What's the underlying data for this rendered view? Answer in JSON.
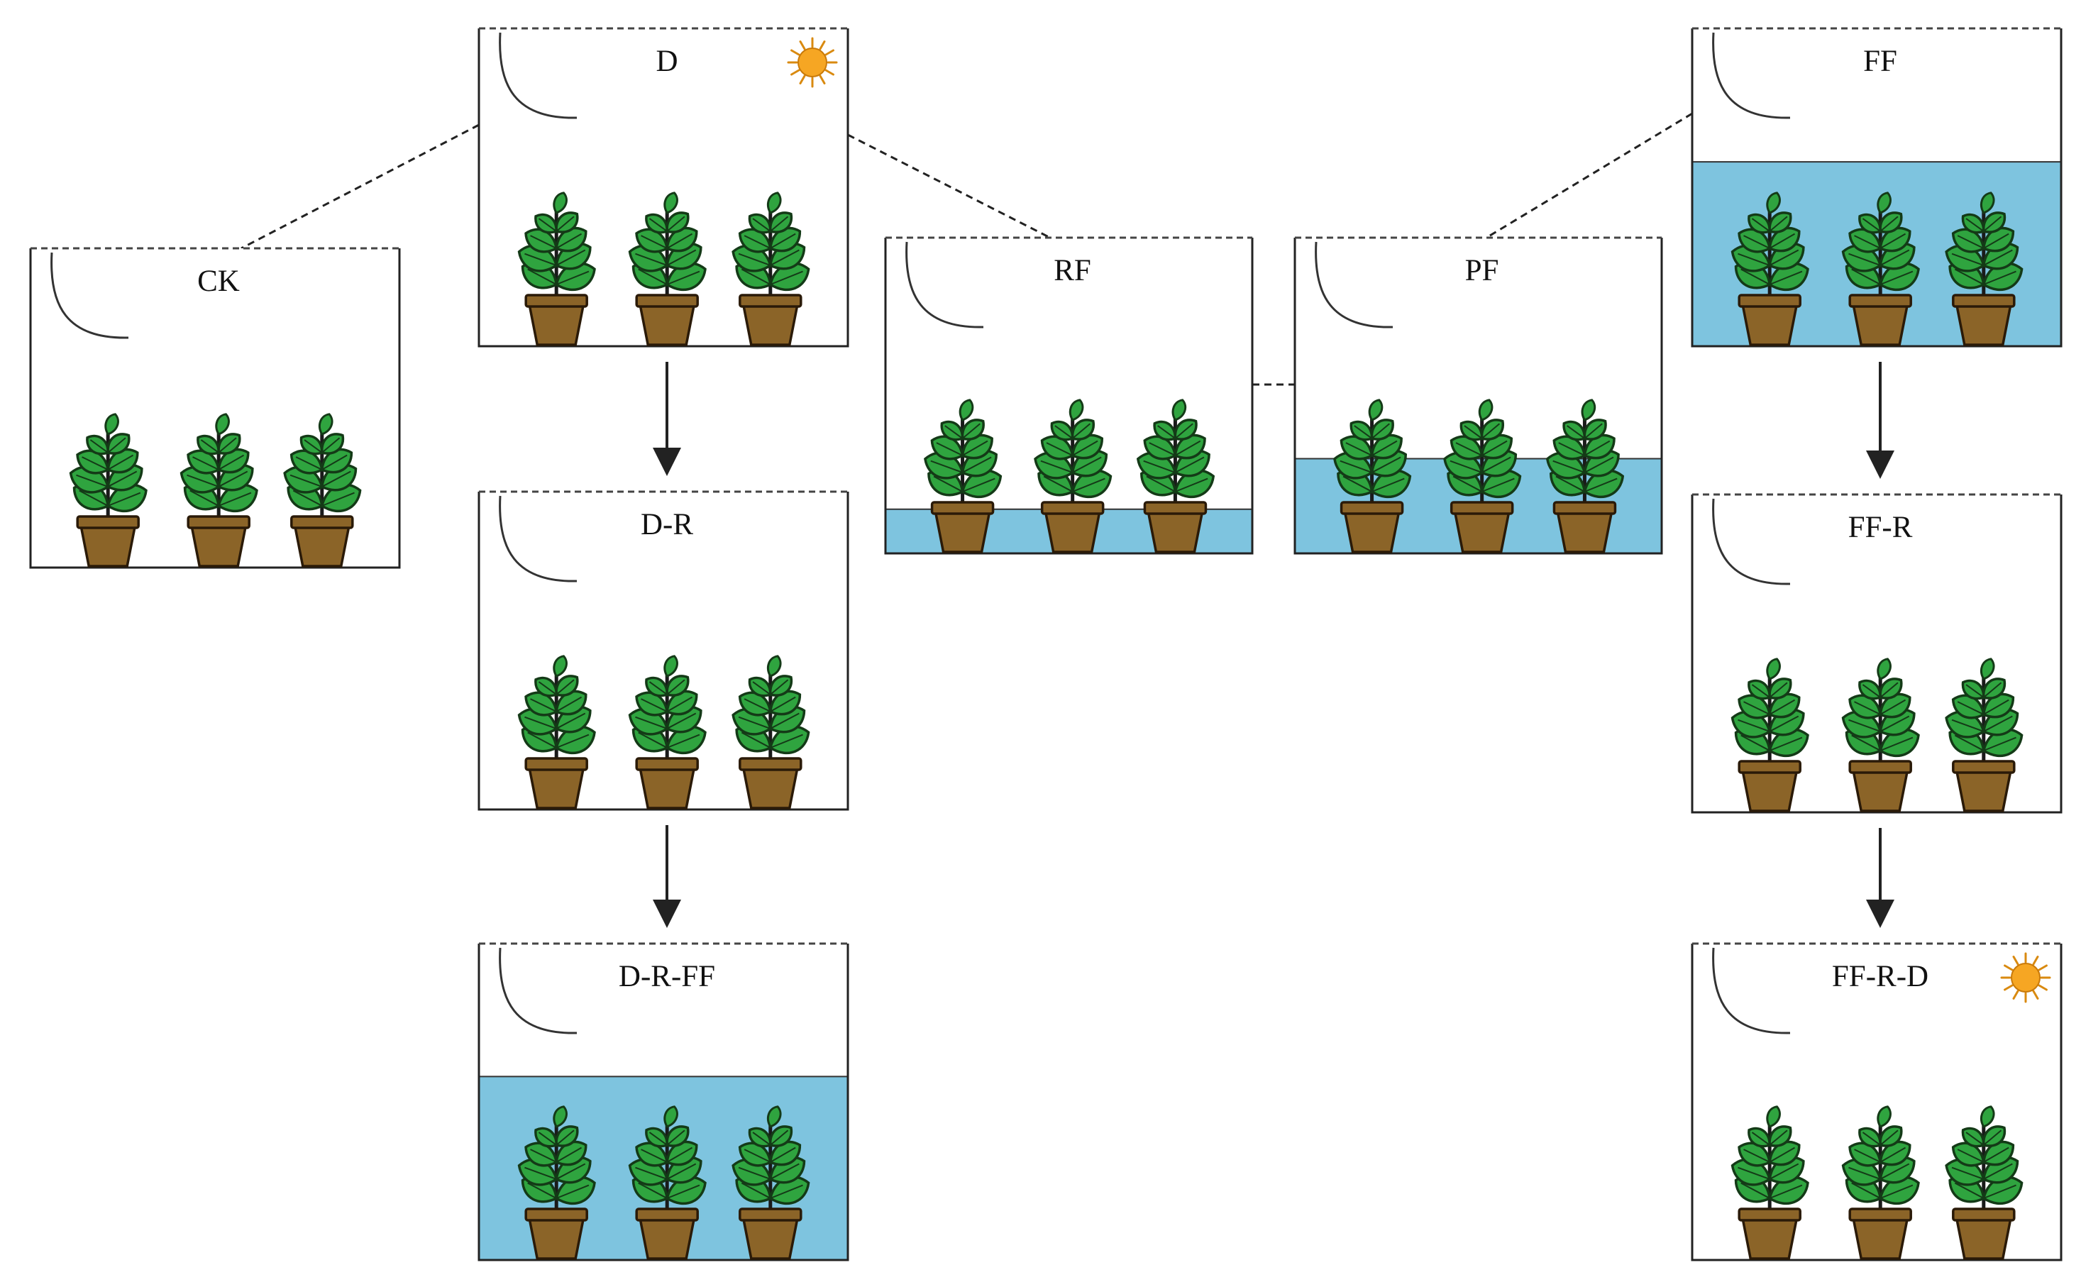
{
  "colors": {
    "water": "#7ec4df",
    "leaf": "#2fa43f",
    "pot": "#8b6428",
    "sun": "#f6a623",
    "outline": "#222222"
  },
  "icons": [
    "sun-icon",
    "plant-icon",
    "pot-icon",
    "faucet-hook-icon"
  ],
  "boxes": [
    {
      "id": "ck",
      "label": "CK",
      "water_level": 0,
      "sun": false
    },
    {
      "id": "d",
      "label": "D",
      "water_level": 0,
      "sun": true
    },
    {
      "id": "d-r",
      "label": "D-R",
      "water_level": 0,
      "sun": false
    },
    {
      "id": "d-r-ff",
      "label": "D-R-FF",
      "water_level": 0.58,
      "sun": false
    },
    {
      "id": "rf",
      "label": "RF",
      "water_level": 0.14,
      "sun": false
    },
    {
      "id": "pf",
      "label": "PF",
      "water_level": 0.3,
      "sun": false
    },
    {
      "id": "ff",
      "label": "FF",
      "water_level": 0.58,
      "sun": false
    },
    {
      "id": "ff-r",
      "label": "FF-R",
      "water_level": 0,
      "sun": false
    },
    {
      "id": "ff-r-d",
      "label": "FF-R-D",
      "water_level": 0,
      "sun": true
    }
  ],
  "arrows": [
    {
      "from": "d",
      "to": "d-r"
    },
    {
      "from": "d-r",
      "to": "d-r-ff"
    },
    {
      "from": "ff",
      "to": "ff-r"
    },
    {
      "from": "ff-r",
      "to": "ff-r-d"
    }
  ],
  "dashed_links": [
    {
      "from": "d",
      "to": "ck"
    },
    {
      "from": "d",
      "to": "rf"
    },
    {
      "from": "rf",
      "to": "pf"
    },
    {
      "from": "ff",
      "to": "pf"
    }
  ]
}
